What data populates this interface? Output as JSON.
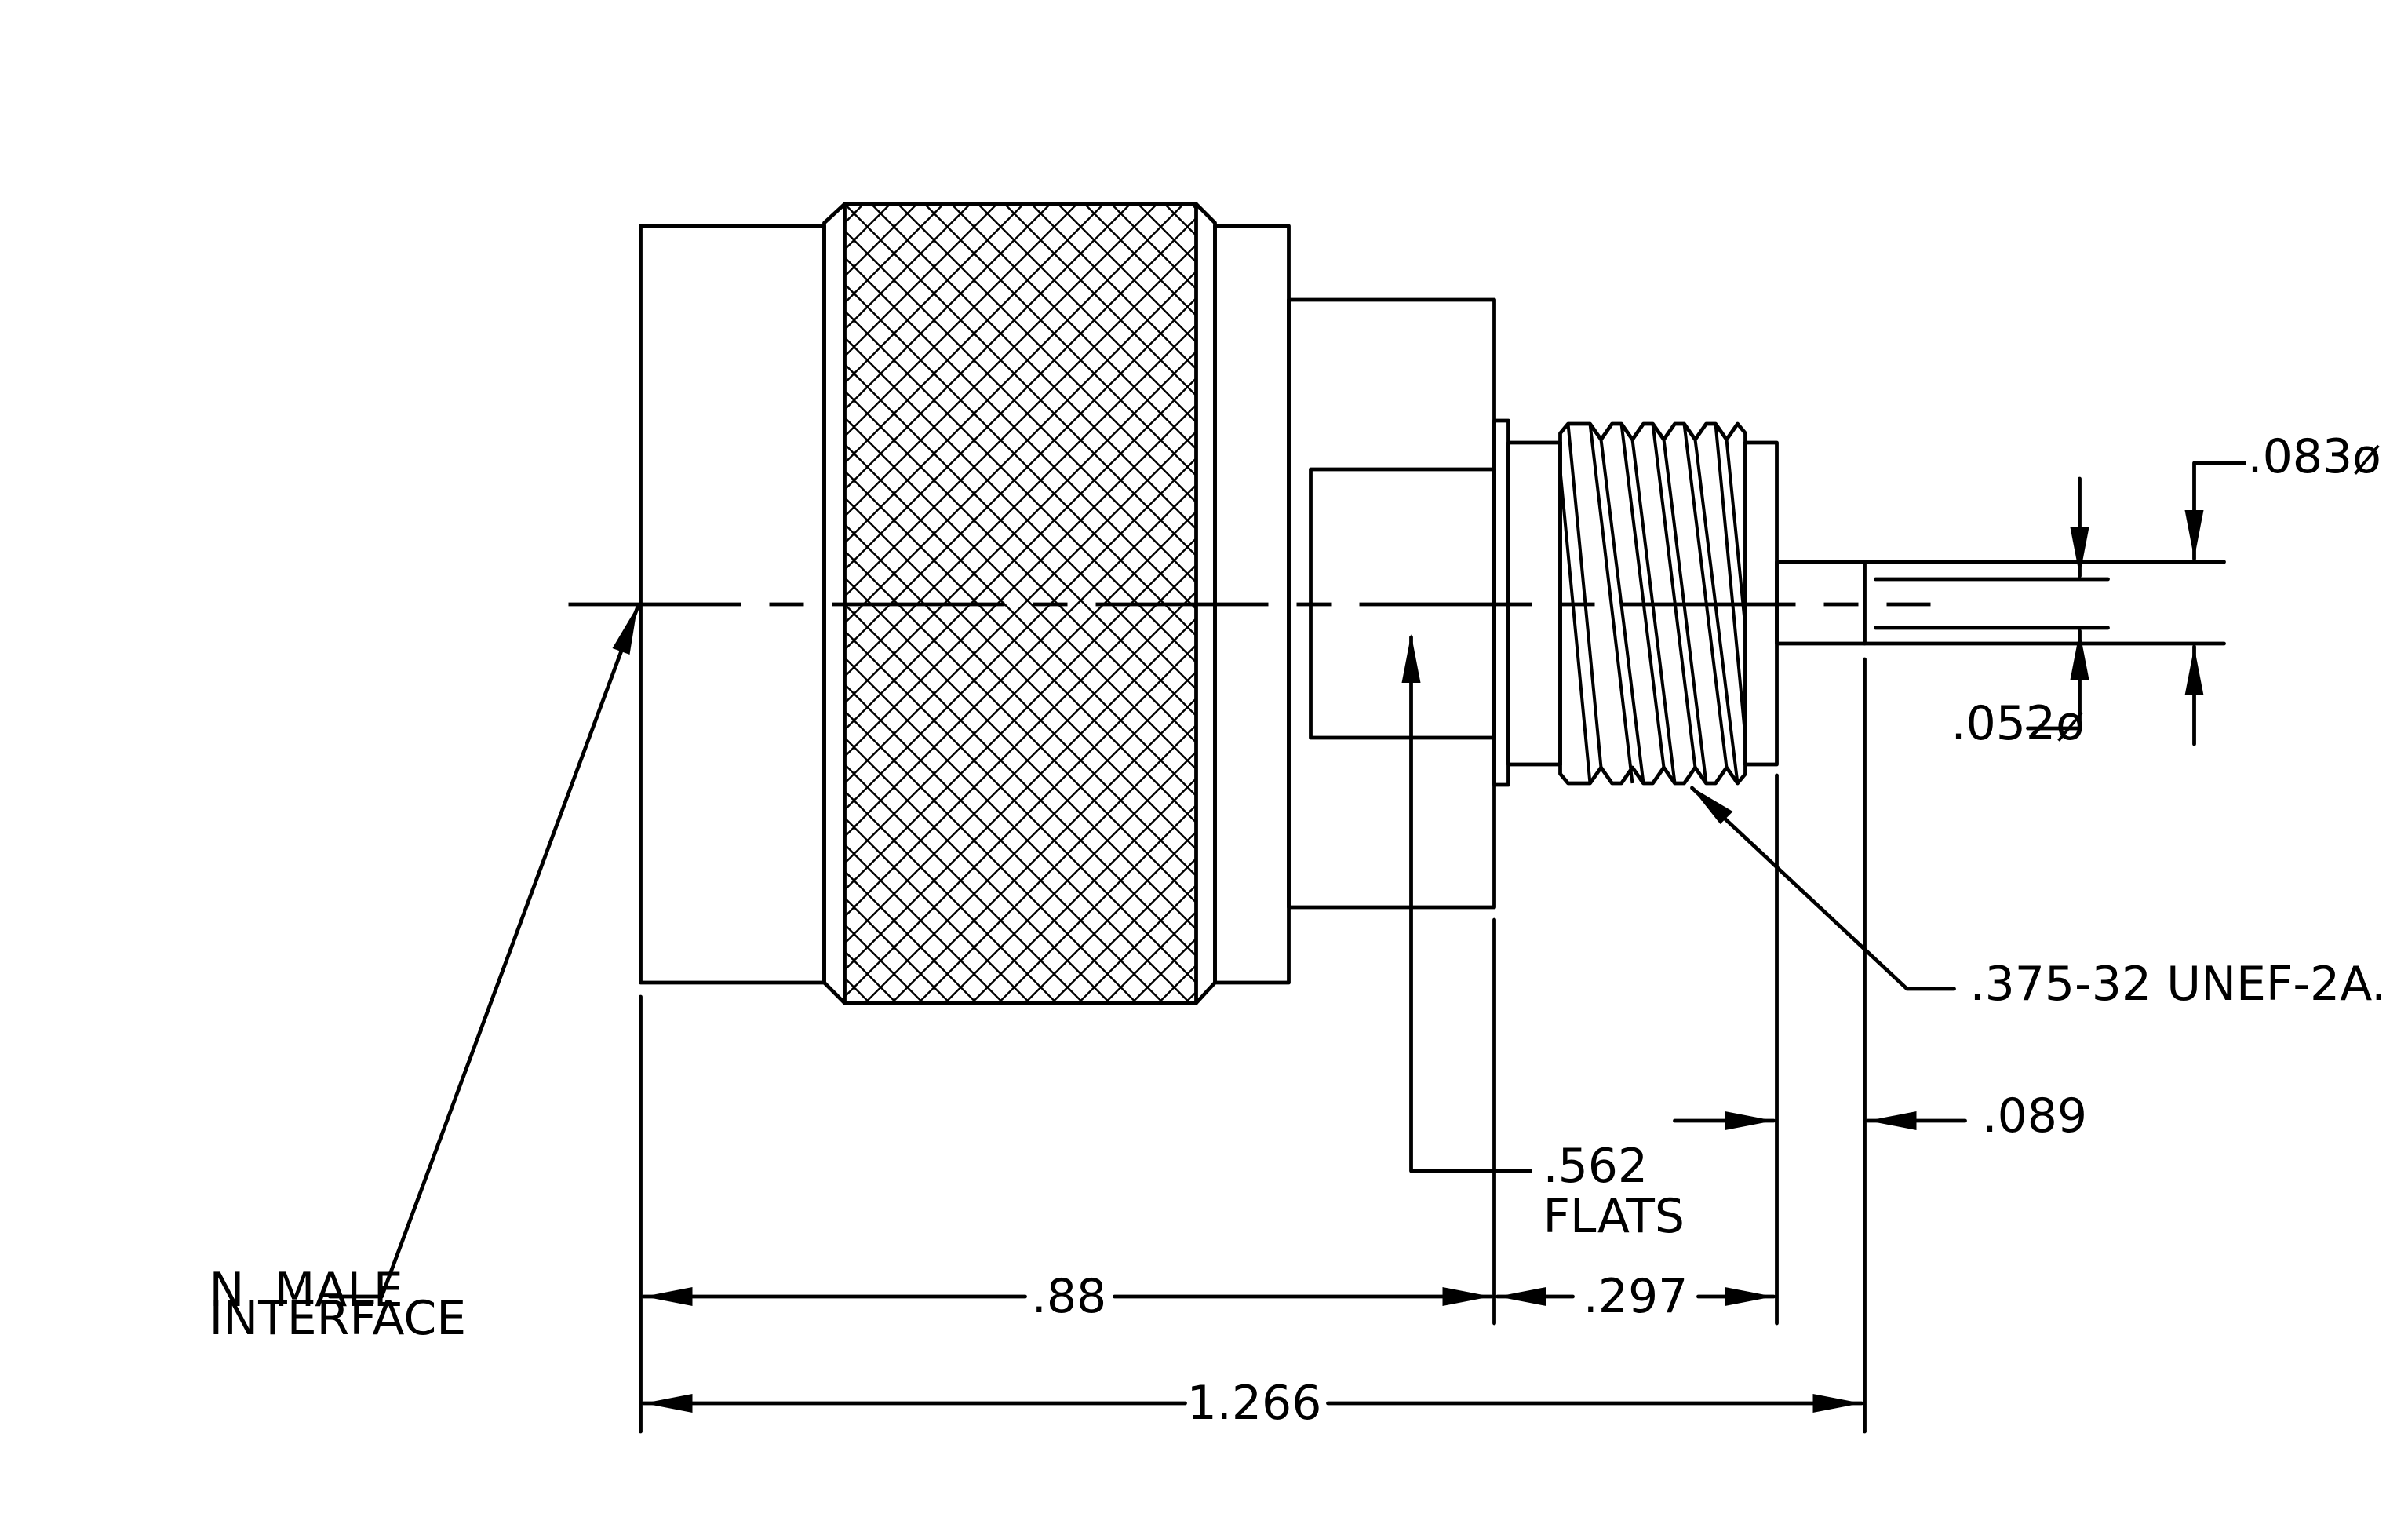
{
  "labels": {
    "male_interface_line1": "N  MALE",
    "male_interface_line2": "INTERFACE",
    "thread_spec": ".375-32  UNEF-2A.",
    "flats_value": ".562",
    "flats_word": "FLATS",
    "outer_pin_dia": ".083ø",
    "inner_pin_dia": ".052ø",
    "pin_length": ".089",
    "dim_body": ".88",
    "dim_thread": ".297",
    "dim_overall": "1.266"
  }
}
